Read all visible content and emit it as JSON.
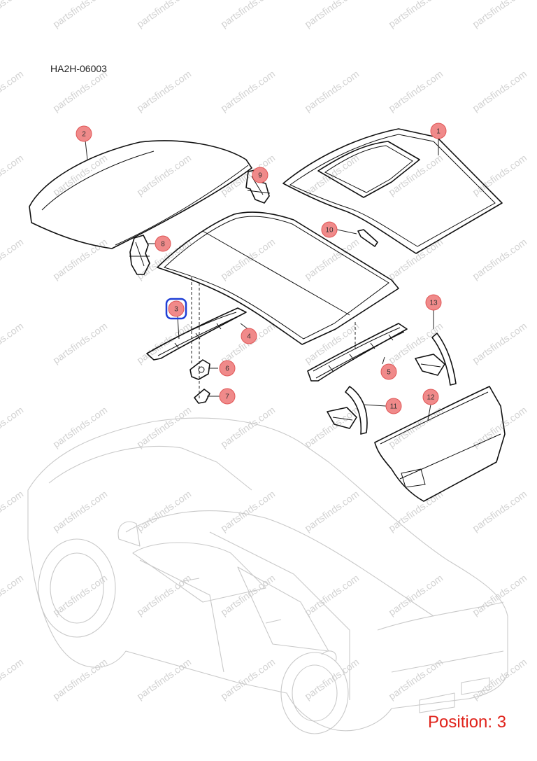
{
  "diagram_code": "HA2H-06003",
  "position_text": "Position: 3",
  "watermark_text": "partsfinds.com",
  "colors": {
    "callout_fill": "#f08a8a",
    "callout_stroke": "#e05656",
    "selected_stroke": "#1f3fd6",
    "position_text": "#e0241c"
  },
  "callouts": [
    {
      "id": "1",
      "label": "1"
    },
    {
      "id": "2",
      "label": "2"
    },
    {
      "id": "3",
      "label": "3",
      "selected": true
    },
    {
      "id": "4",
      "label": "4"
    },
    {
      "id": "5",
      "label": "5"
    },
    {
      "id": "6",
      "label": "6"
    },
    {
      "id": "7",
      "label": "7"
    },
    {
      "id": "8",
      "label": "8"
    },
    {
      "id": "9",
      "label": "9"
    },
    {
      "id": "10",
      "label": "10"
    },
    {
      "id": "11",
      "label": "11"
    },
    {
      "id": "12",
      "label": "12"
    },
    {
      "id": "13",
      "label": "13"
    }
  ]
}
